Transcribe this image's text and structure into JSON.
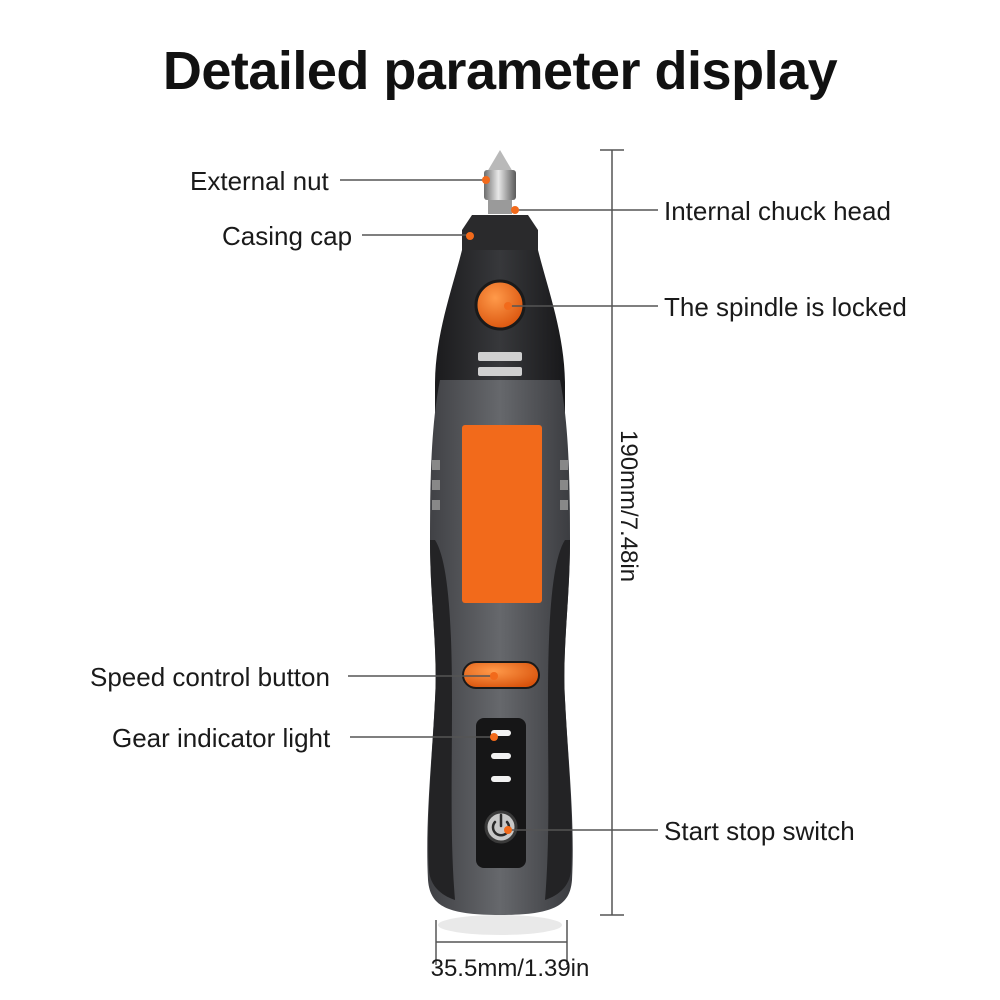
{
  "title": "Detailed parameter display",
  "labels": {
    "external_nut": "External nut",
    "casing_cap": "Casing cap",
    "internal_chuck_head": "Internal chuck head",
    "spindle_locked": "The spindle is locked",
    "speed_control_button": "Speed control button",
    "gear_indicator_light": "Gear indicator light",
    "start_stop_switch": "Start stop switch"
  },
  "dimensions": {
    "length": "190mm/7.48in",
    "diameter": "35.5mm/1.39in"
  },
  "colors": {
    "accent": "#f26a1b",
    "body_dark": "#2b2b2d",
    "body_grey": "#55575b",
    "line": "#555555"
  }
}
